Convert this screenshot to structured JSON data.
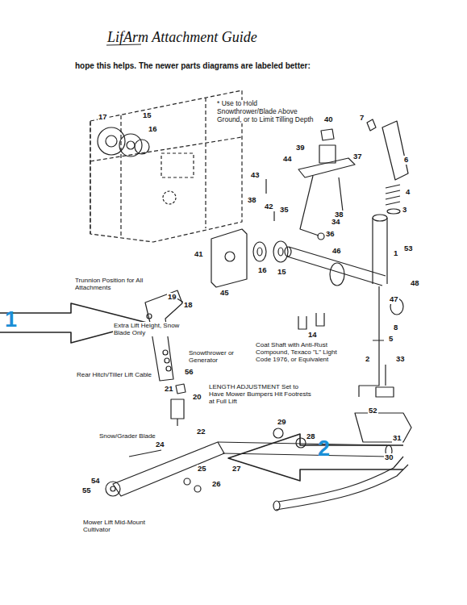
{
  "diagram": {
    "title": "LifArm Attachment Guide",
    "labels": [
      "hope this helps. The newer parts diagrams are labeled better:",
      "* Use to Hold Snowthrower/Blade Above Ground, or to Limit Tilling Depth",
      "17",
      "15",
      "16",
      "40",
      "7",
      "6",
      "39",
      "44",
      "37",
      "4",
      "43",
      "3",
      "38",
      "42",
      "35",
      "38",
      "34",
      "36",
      "41",
      "16",
      "15",
      "46",
      "1",
      "53",
      "48",
      "45",
      "47",
      "14",
      "8",
      "5",
      "2",
      "33",
      "52",
      "31",
      "30",
      "29",
      "28",
      "19",
      "18",
      "56",
      "21",
      "20",
      "22",
      "24",
      "25",
      "26",
      "27",
      "54",
      "55",
      "Trunnion Position for All Attachments",
      "Extra Lift Height, Snow Blade Only",
      "Snowthrower or Generator",
      "Rear Hitch/Tiller Lift Cable",
      "LENGTH ADJUSTMENT Set to Have Mower Bumpers Hit Footrests at Full Lift",
      "Snow/Grader Blade",
      "Mower Lift Mid-Mount Cultivator",
      "Coat Shaft with Anti-Rust Compound, Texaco \"L\" Light Code 1976, or Equivalent",
      "1",
      "2"
    ]
  }
}
